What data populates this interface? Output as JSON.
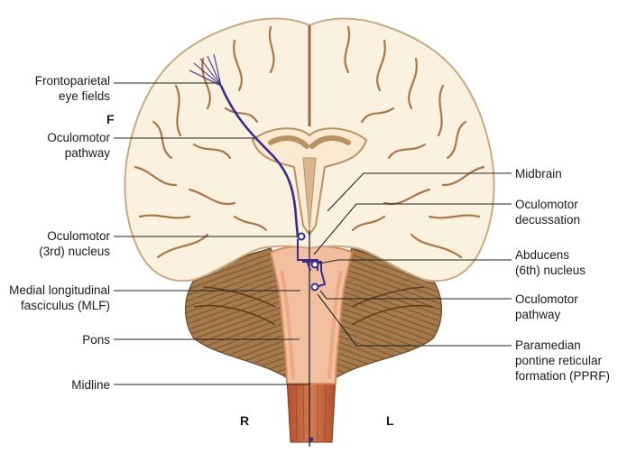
{
  "labels_left": [
    {
      "lines": [
        "Frontoparietal",
        "eye fields"
      ]
    },
    {
      "lines": [
        "Oculomotor",
        "pathway"
      ]
    },
    {
      "lines": [
        "Oculomotor",
        "(3rd) nucleus"
      ]
    },
    {
      "lines": [
        "Medial longitudinal",
        "fasciculus (MLF)"
      ]
    },
    {
      "lines": [
        "Pons"
      ]
    },
    {
      "lines": [
        "Midline"
      ]
    }
  ],
  "labels_right": [
    {
      "lines": [
        "Midbrain"
      ]
    },
    {
      "lines": [
        "Oculomotor",
        "decussation"
      ]
    },
    {
      "lines": [
        "Abducens",
        "(6th) nucleus"
      ]
    },
    {
      "lines": [
        "Oculomotor",
        "pathway"
      ]
    },
    {
      "lines": [
        "Paramedian",
        "pontine reticular",
        "formation (PPRF)"
      ]
    }
  ],
  "side_markers": {
    "front": "F",
    "right": "R",
    "left": "L"
  },
  "colors": {
    "cortex_fill": "#faf1df",
    "cortex_edge": "#c7ab86",
    "sulcus": "#9a6a3a",
    "ventricle": "#b79263",
    "cerebellum": "#a57a4c",
    "cerebellum_dark": "#6e4a27",
    "brainstem": "#e9a37a",
    "spinal_cord": "#c1613a",
    "pathway": "#3a2a8c",
    "leader": "#222222"
  }
}
